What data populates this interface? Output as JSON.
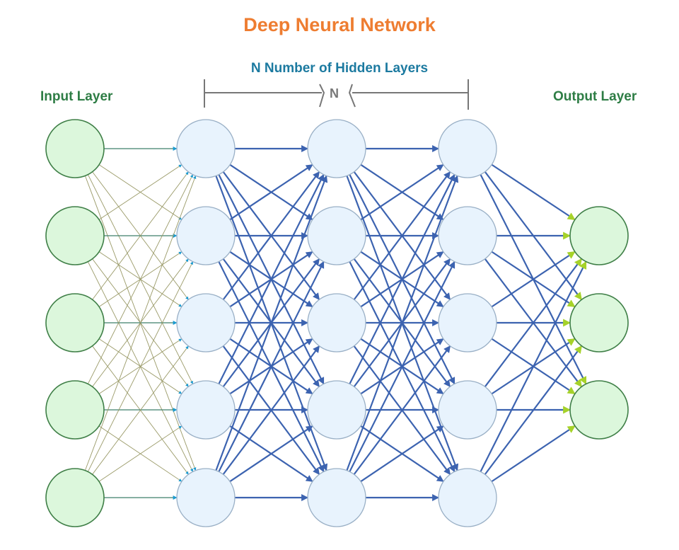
{
  "title": "Deep Neural Network",
  "hidden_layers_label": "N Number of Hidden Layers",
  "hidden_count_symbol": "N",
  "input_layer_label": "Input Layer",
  "output_layer_label": "Output Layer",
  "colors": {
    "title": "#ee7d31",
    "hidden_title": "#1c7aa0",
    "layer_label": "#2e7d45",
    "bracket": "#777777",
    "io_node_fill": "#dcf7dc",
    "io_node_stroke": "#3f7f47",
    "hidden_node_fill": "#e8f3fd",
    "hidden_node_stroke": "#9ab0c6",
    "input_edge": "#9a9a68",
    "input_arrow": "#1a9ad0",
    "hidden_edge": "#3c63b0",
    "output_arrow": "#a6d22a"
  },
  "layers": [
    {
      "name": "input",
      "role": "input",
      "nodes": 5
    },
    {
      "name": "hidden-1",
      "role": "hidden",
      "nodes": 5
    },
    {
      "name": "hidden-2",
      "role": "hidden",
      "nodes": 5
    },
    {
      "name": "hidden-3",
      "role": "hidden",
      "nodes": 5
    },
    {
      "name": "output",
      "role": "output",
      "nodes": 3
    }
  ],
  "connectivity": "fully-connected"
}
